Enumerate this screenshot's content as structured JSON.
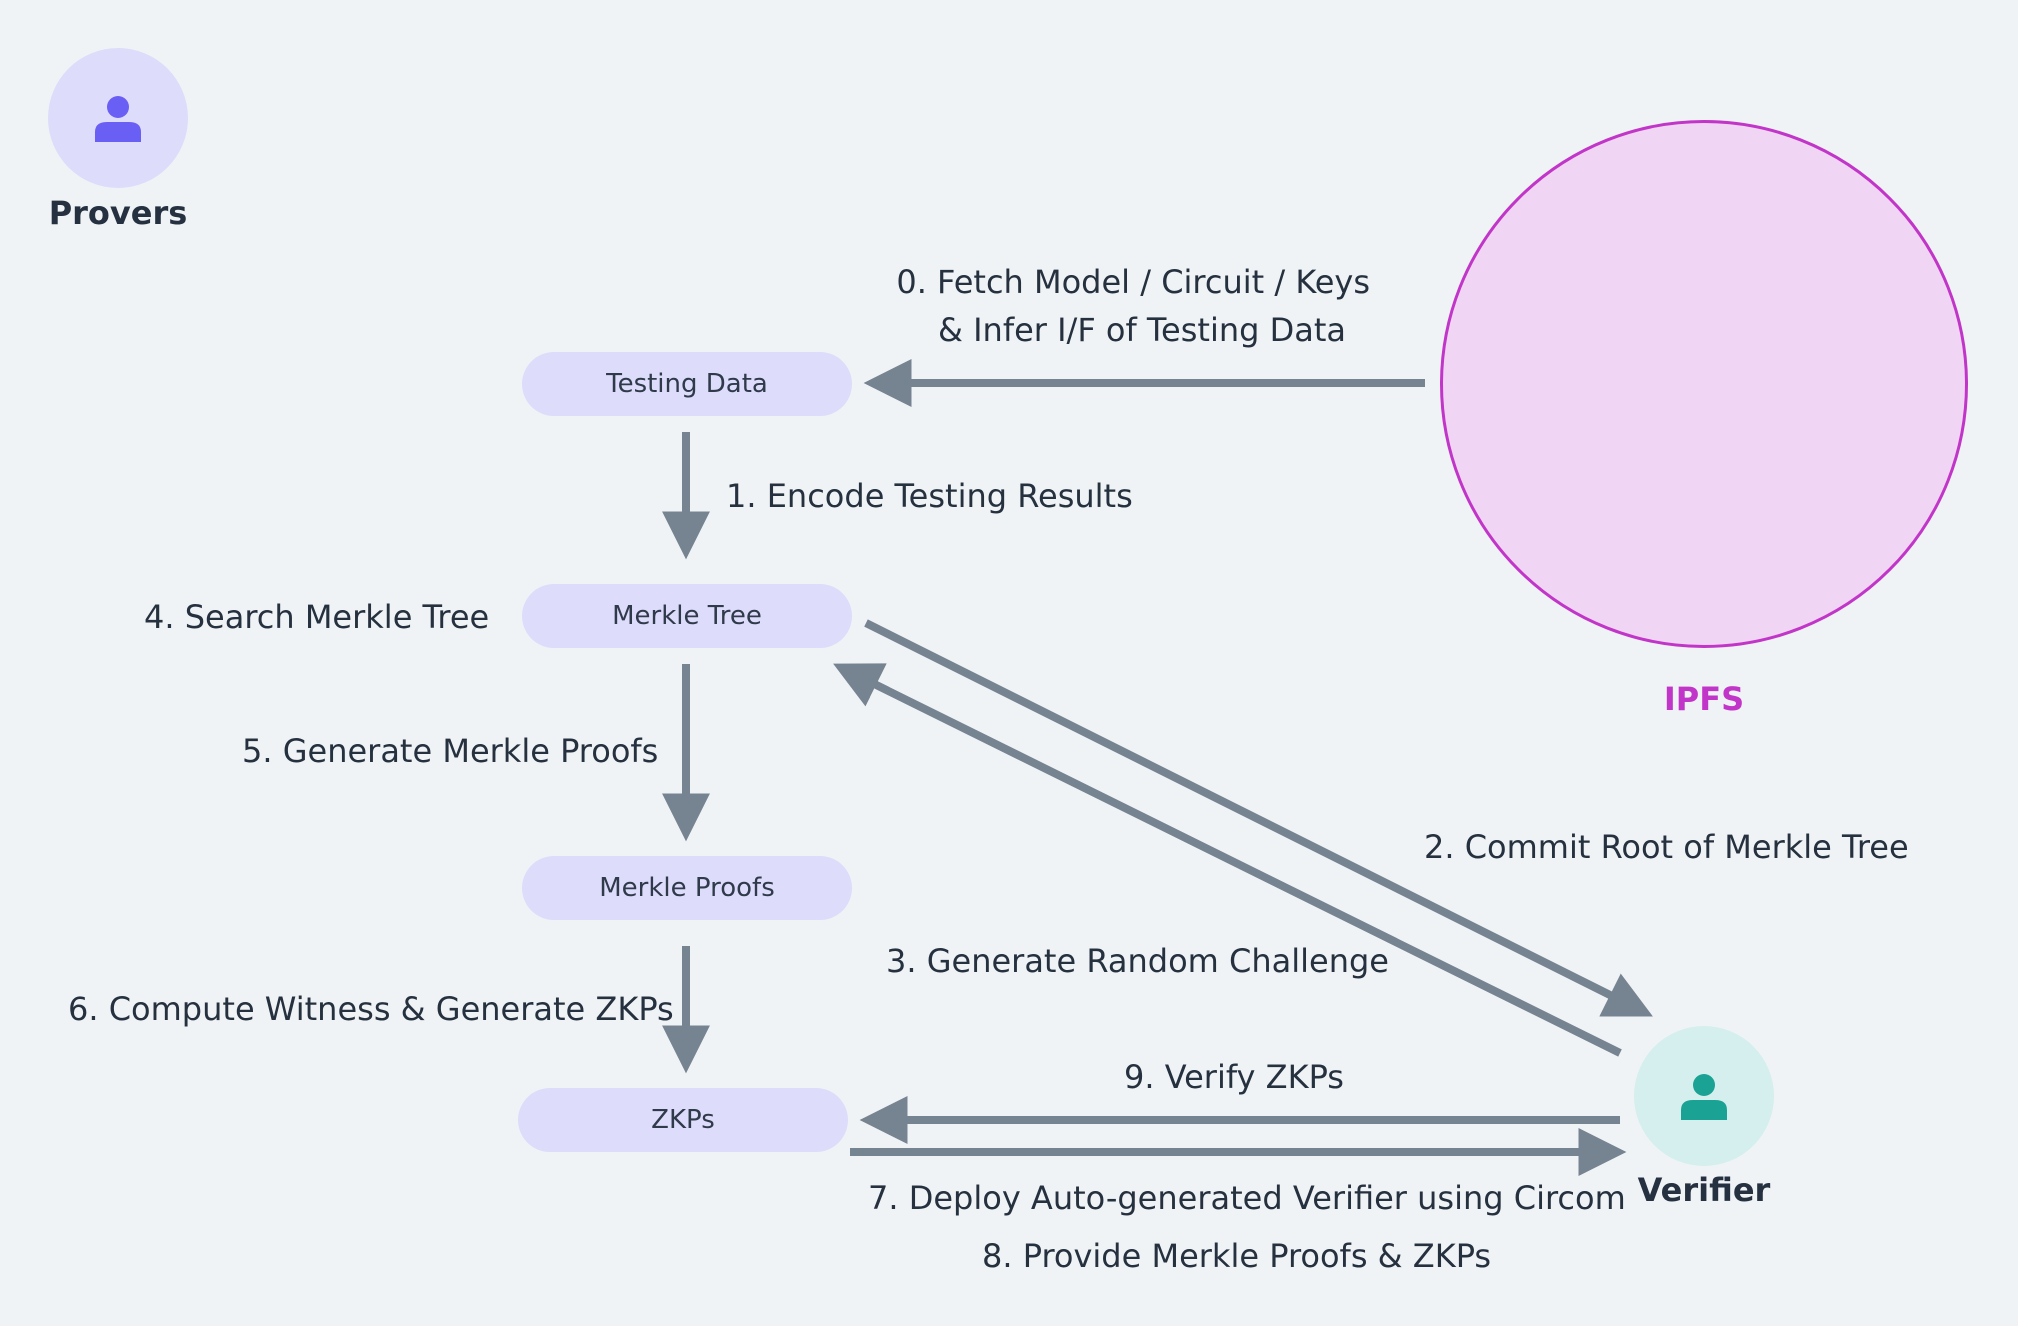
{
  "actors": {
    "provers": {
      "name": "Provers",
      "icon": "user-icon",
      "color": "#6a5ff5",
      "bg": "#dedcfb"
    },
    "verifier": {
      "name": "Verifier",
      "icon": "user-icon",
      "color": "#1aa394",
      "bg": "#d4efee"
    }
  },
  "storage": {
    "name": "IPFS",
    "color": "#c136c8",
    "fill": "#f1d5f4"
  },
  "nodes": {
    "testing_data": "Testing Data",
    "merkle_tree": "Merkle Tree",
    "merkle_proofs": "Merkle Proofs",
    "zkps": "ZKPs"
  },
  "steps": {
    "s0_line1": "0.  Fetch Model / Circuit / Keys",
    "s0_line2": "& Infer I/F of Testing Data",
    "s1": "1.  Encode Testing Results",
    "s2": "2.  Commit Root of Merkle Tree",
    "s3": "3.  Generate Random Challenge",
    "s4": "4.  Search Merkle Tree",
    "s5": "5.  Generate Merkle Proofs",
    "s6": "6.  Compute Witness & Generate ZKPs",
    "s7": "7.  Deploy Auto-generated Verifier using Circom",
    "s8": "8.  Provide Merkle Proofs & ZKPs",
    "s9": "9.  Verify ZKPs"
  },
  "colors": {
    "arrow": "#768391",
    "node_fill": "#dedcfb",
    "background": "#f0f3f6"
  }
}
